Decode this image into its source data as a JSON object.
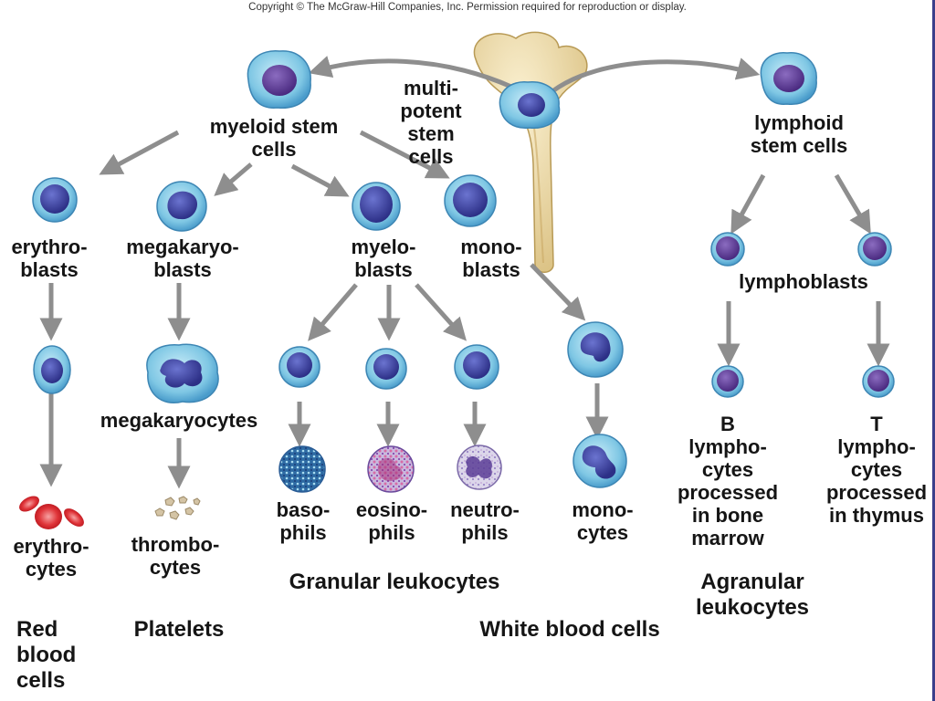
{
  "copyright": "Copyright © The McGraw-Hill Companies, Inc. Permission required for reproduction or display.",
  "colors": {
    "cell_fill": "#7fc7e4",
    "cell_ring": "#3d86b4",
    "nucleus": "#3c3f99",
    "nucleus_purple": "#5b3a8f",
    "arrow": "#8e8e8e",
    "bone": "#ecd9a6",
    "rbc": "#e0353a",
    "platelet": "#c9b99c"
  },
  "labels": {
    "multipotent": "multi-\npotent\nstem\ncells",
    "myeloid": "myeloid stem\ncells",
    "lymphoid": "lymphoid\nstem cells",
    "erythroblasts": "erythro-\nblasts",
    "megakaryoblasts": "megakaryo-\nblasts",
    "myeloblasts": "myelo-\nblasts",
    "monoblasts": "mono-\nblasts",
    "lymphoblasts": "lymphoblasts",
    "megakaryocytes": "megakaryocytes",
    "erythrocytes": "erythro-\ncytes",
    "thrombocytes": "thrombo-\ncytes",
    "basophils": "baso-\nphils",
    "eosinophils": "eosino-\nphils",
    "neutrophils": "neutro-\nphils",
    "monocytes": "mono-\ncytes",
    "b_lymphocytes": "B\nlympho-\ncytes\nprocessed\nin bone\nmarrow",
    "t_lymphocytes": "T\nlympho-\ncytes\nprocessed\nin thymus"
  },
  "categories": {
    "granular": "Granular leukocytes",
    "agranular": "Agranular leukocytes",
    "red_blood_cells": "Red\nblood\ncells",
    "platelets": "Platelets",
    "white_blood_cells": "White blood cells"
  }
}
